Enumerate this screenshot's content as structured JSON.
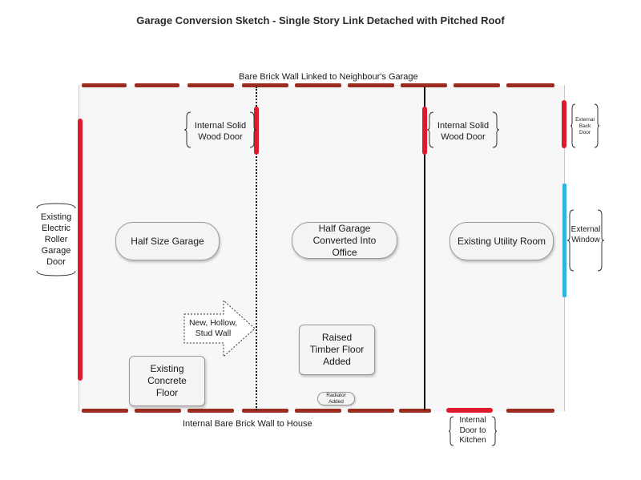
{
  "title": "Garage Conversion Sketch - Single Story Link Detached with Pitched Roof",
  "walls": {
    "top_label": "Bare Brick Wall Linked to  Neighbour's Garage",
    "bottom_label": "Internal Bare Brick Wall to House"
  },
  "callouts": {
    "internal_door_left": "Internal Solid Wood Door",
    "internal_door_right": "Internal Solid Wood Door",
    "external_back_door": "External Back Door",
    "external_window": "External Window",
    "roller_door": "Existing Electric Roller Garage Door",
    "kitchen_door": "Internal Door to Kitchen"
  },
  "rooms": {
    "left": "Half Size Garage",
    "middle": "Half Garage Converted Into Office",
    "right": "Existing Utility Room"
  },
  "notes": {
    "concrete_floor": "Existing Concrete Floor",
    "timber_floor": "Raised Timber Floor Added",
    "stud_wall": "New, Hollow, Stud Wall",
    "radiator": "Radiator Added"
  },
  "colors": {
    "brick": "#9b2d20",
    "door": "#e01a2e",
    "window": "#31b4dd"
  }
}
